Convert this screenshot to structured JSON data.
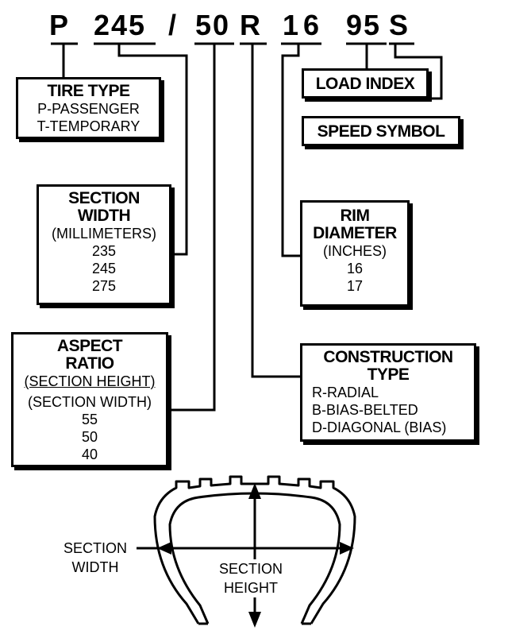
{
  "code": {
    "p": "P",
    "width": "245",
    "slash": "/",
    "aspect": "50",
    "construction": "R",
    "rim": "16",
    "load": "95",
    "speed": "S"
  },
  "tire_type": {
    "title": "TIRE TYPE",
    "items": [
      "P-PASSENGER",
      "T-TEMPORARY"
    ]
  },
  "load_index": {
    "title": "LOAD INDEX"
  },
  "speed_symbol": {
    "title": "SPEED SYMBOL"
  },
  "section_width": {
    "title_1": "SECTION",
    "title_2": "WIDTH",
    "unit": "(MILLIMETERS)",
    "values": [
      "235",
      "245",
      "275"
    ]
  },
  "rim_diameter": {
    "title_1": "RIM",
    "title_2": "DIAMETER",
    "unit": "(INCHES)",
    "values": [
      "16",
      "17"
    ]
  },
  "aspect_ratio": {
    "title_1": "ASPECT",
    "title_2": "RATIO",
    "numerator": "(SECTION HEIGHT)",
    "denominator": "(SECTION WIDTH)",
    "values": [
      "55",
      "50",
      "40"
    ]
  },
  "construction_type": {
    "title_1": "CONSTRUCTION",
    "title_2": "TYPE",
    "items": [
      "R-RADIAL",
      "B-BIAS-BELTED",
      "D-DIAGONAL (BIAS)"
    ]
  },
  "tire_diagram": {
    "width_label_1": "SECTION",
    "width_label_2": "WIDTH",
    "height_label_1": "SECTION",
    "height_label_2": "HEIGHT"
  }
}
